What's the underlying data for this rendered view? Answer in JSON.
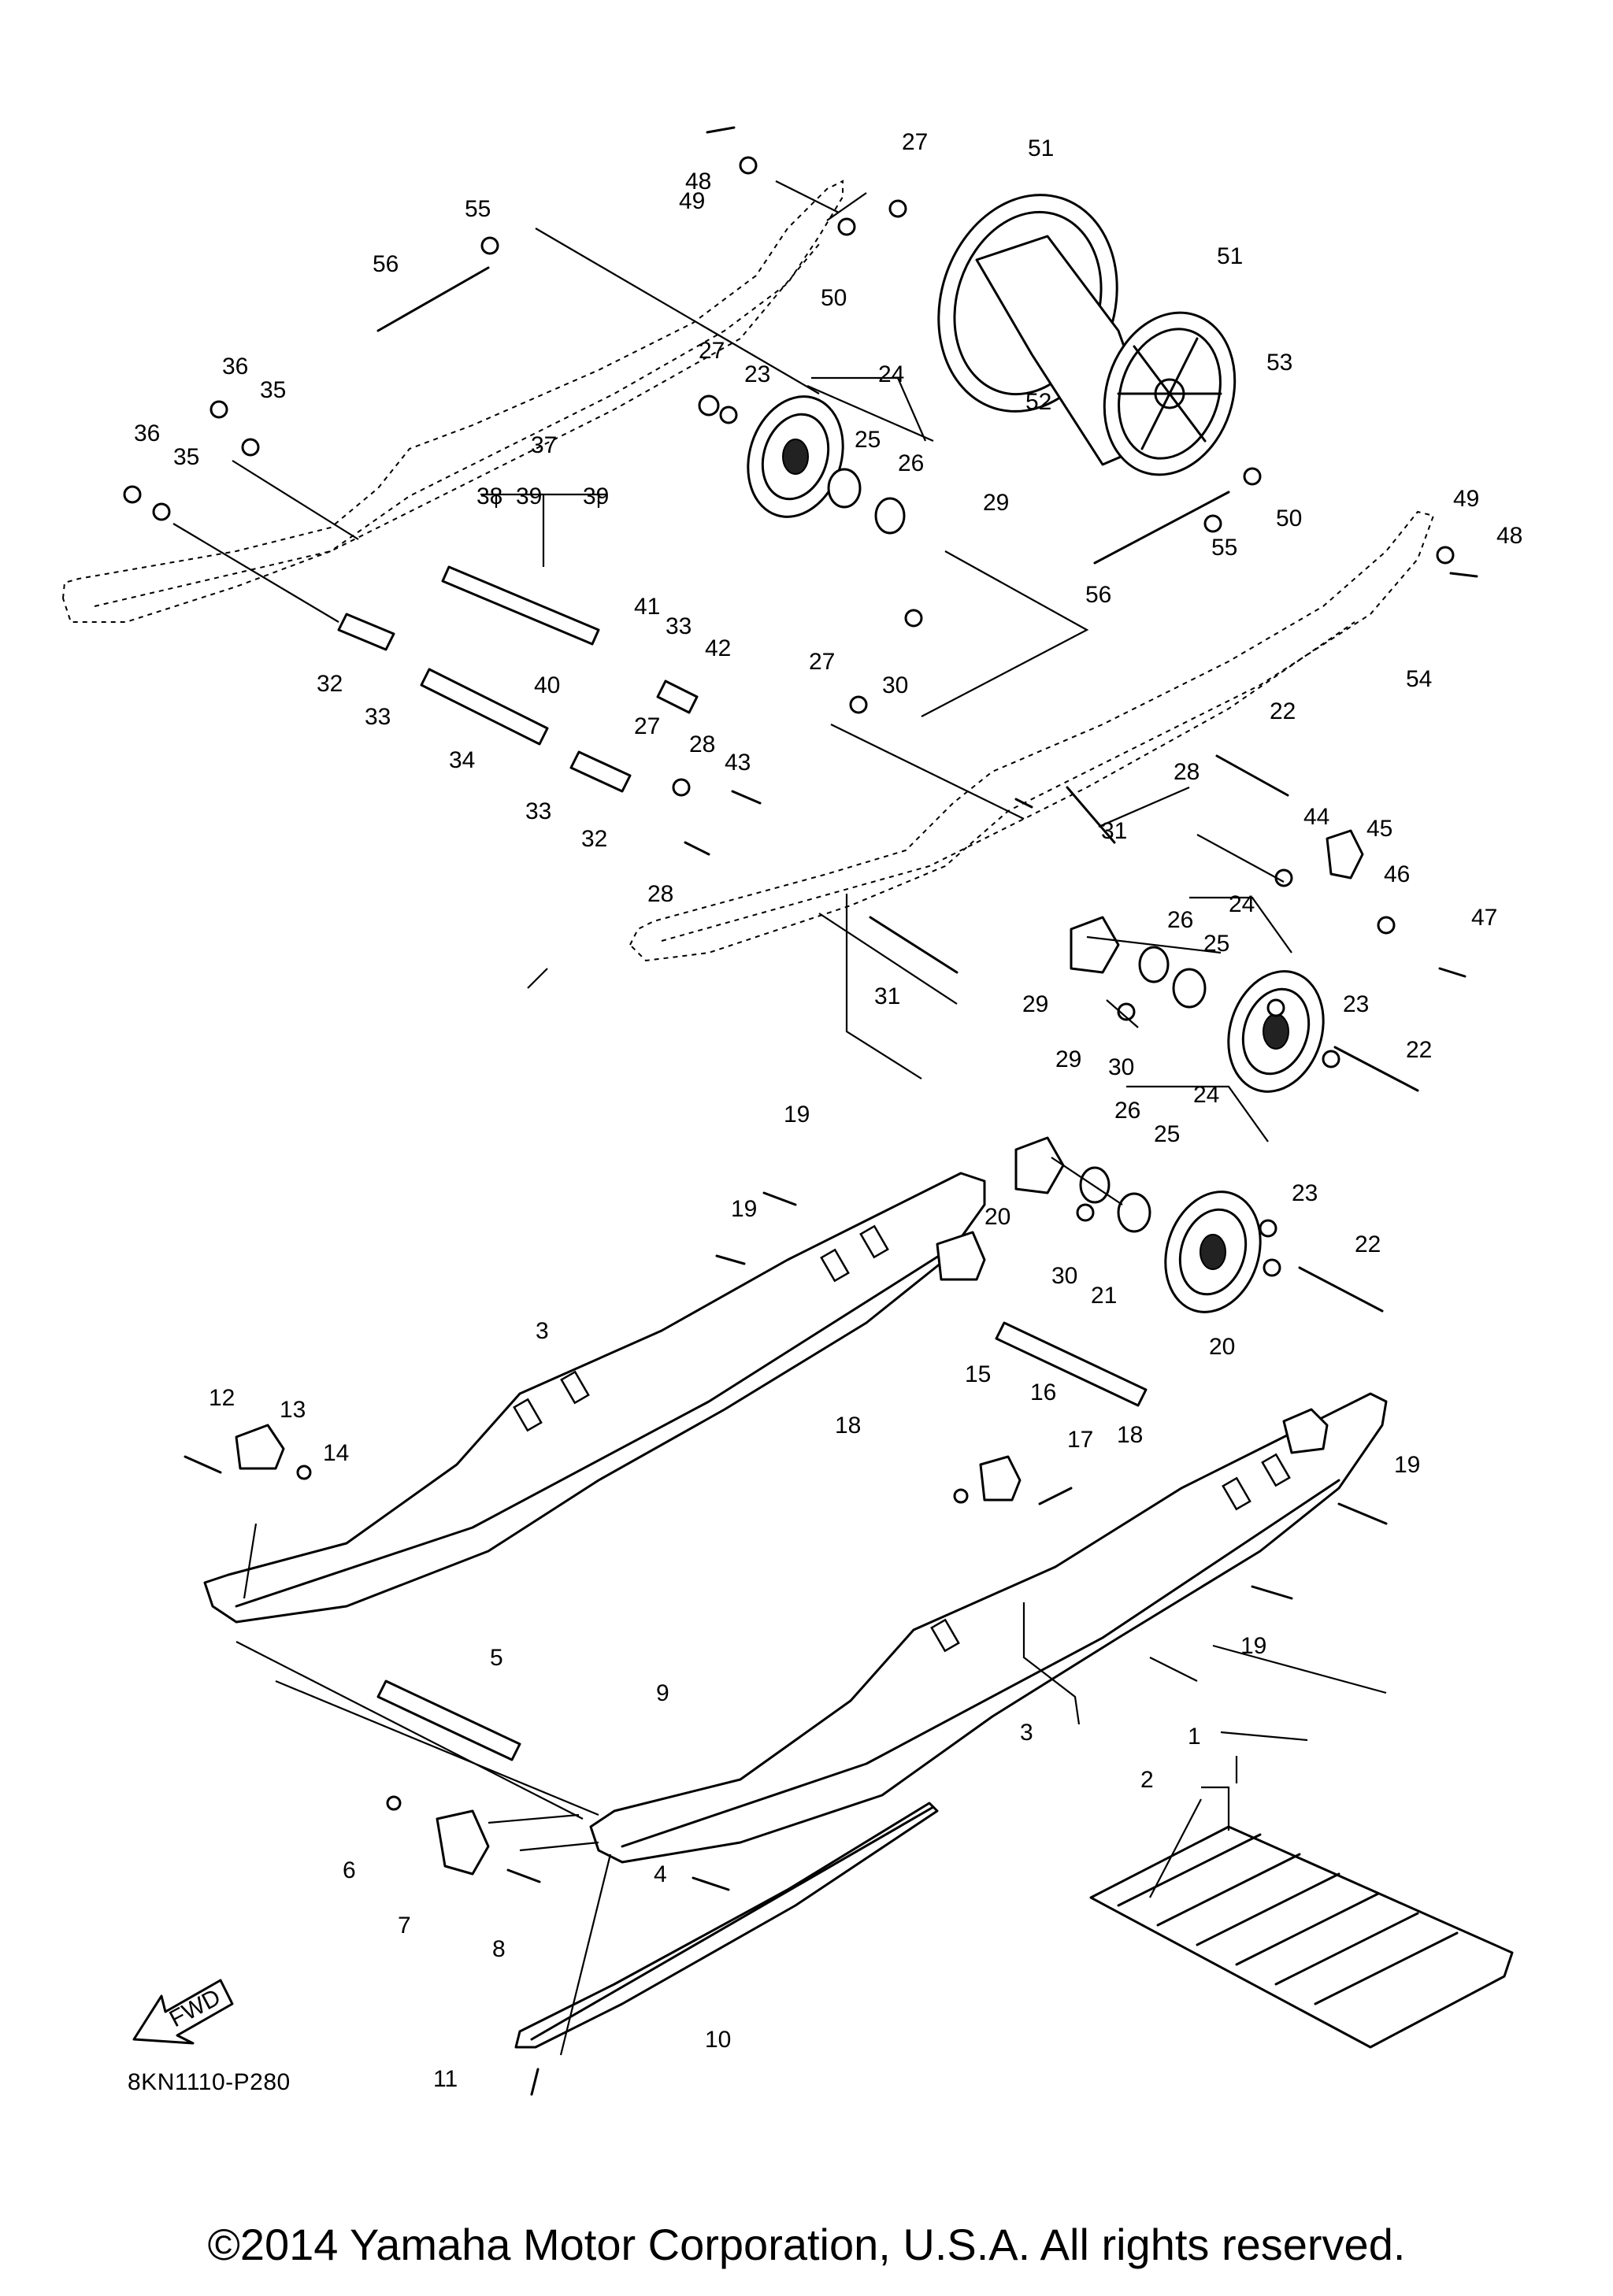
{
  "diagram": {
    "callouts": [
      {
        "id": "c1",
        "text": "1"
      },
      {
        "id": "c2",
        "text": "2"
      },
      {
        "id": "c3a",
        "text": "3"
      },
      {
        "id": "c3b",
        "text": "3"
      },
      {
        "id": "c4",
        "text": "4"
      },
      {
        "id": "c5",
        "text": "5"
      },
      {
        "id": "c6",
        "text": "6"
      },
      {
        "id": "c7",
        "text": "7"
      },
      {
        "id": "c8",
        "text": "8"
      },
      {
        "id": "c9",
        "text": "9"
      },
      {
        "id": "c10",
        "text": "10"
      },
      {
        "id": "c11",
        "text": "11"
      },
      {
        "id": "c12",
        "text": "12"
      },
      {
        "id": "c13",
        "text": "13"
      },
      {
        "id": "c14",
        "text": "14"
      },
      {
        "id": "c15",
        "text": "15"
      },
      {
        "id": "c16",
        "text": "16"
      },
      {
        "id": "c17",
        "text": "17"
      },
      {
        "id": "c18a",
        "text": "18"
      },
      {
        "id": "c18b",
        "text": "18"
      },
      {
        "id": "c19a",
        "text": "19"
      },
      {
        "id": "c19b",
        "text": "19"
      },
      {
        "id": "c19c",
        "text": "19"
      },
      {
        "id": "c19d",
        "text": "19"
      },
      {
        "id": "c20a",
        "text": "20"
      },
      {
        "id": "c20b",
        "text": "20"
      },
      {
        "id": "c21",
        "text": "21"
      },
      {
        "id": "c22a",
        "text": "22"
      },
      {
        "id": "c22b",
        "text": "22"
      },
      {
        "id": "c22c",
        "text": "22"
      },
      {
        "id": "c23a",
        "text": "23"
      },
      {
        "id": "c23b",
        "text": "23"
      },
      {
        "id": "c23c",
        "text": "23"
      },
      {
        "id": "c24a",
        "text": "24"
      },
      {
        "id": "c24b",
        "text": "24"
      },
      {
        "id": "c24c",
        "text": "24"
      },
      {
        "id": "c25a",
        "text": "25"
      },
      {
        "id": "c25b",
        "text": "25"
      },
      {
        "id": "c25c",
        "text": "25"
      },
      {
        "id": "c26a",
        "text": "26"
      },
      {
        "id": "c26b",
        "text": "26"
      },
      {
        "id": "c26c",
        "text": "26"
      },
      {
        "id": "c27a",
        "text": "27"
      },
      {
        "id": "c27b",
        "text": "27"
      },
      {
        "id": "c27c",
        "text": "27"
      },
      {
        "id": "c27d",
        "text": "27"
      },
      {
        "id": "c28a",
        "text": "28"
      },
      {
        "id": "c28b",
        "text": "28"
      },
      {
        "id": "c28c",
        "text": "28"
      },
      {
        "id": "c29a",
        "text": "29"
      },
      {
        "id": "c29b",
        "text": "29"
      },
      {
        "id": "c29c",
        "text": "29"
      },
      {
        "id": "c30a",
        "text": "30"
      },
      {
        "id": "c30b",
        "text": "30"
      },
      {
        "id": "c30c",
        "text": "30"
      },
      {
        "id": "c31a",
        "text": "31"
      },
      {
        "id": "c31b",
        "text": "31"
      },
      {
        "id": "c32a",
        "text": "32"
      },
      {
        "id": "c32b",
        "text": "32"
      },
      {
        "id": "c33a",
        "text": "33"
      },
      {
        "id": "c33b",
        "text": "33"
      },
      {
        "id": "c33c",
        "text": "33"
      },
      {
        "id": "c34",
        "text": "34"
      },
      {
        "id": "c35a",
        "text": "35"
      },
      {
        "id": "c35b",
        "text": "35"
      },
      {
        "id": "c36a",
        "text": "36"
      },
      {
        "id": "c36b",
        "text": "36"
      },
      {
        "id": "c37",
        "text": "37"
      },
      {
        "id": "c38",
        "text": "38"
      },
      {
        "id": "c39a",
        "text": "39"
      },
      {
        "id": "c39b",
        "text": "39"
      },
      {
        "id": "c40",
        "text": "40"
      },
      {
        "id": "c41",
        "text": "41"
      },
      {
        "id": "c42",
        "text": "42"
      },
      {
        "id": "c43",
        "text": "43"
      },
      {
        "id": "c44",
        "text": "44"
      },
      {
        "id": "c45",
        "text": "45"
      },
      {
        "id": "c46",
        "text": "46"
      },
      {
        "id": "c47",
        "text": "47"
      },
      {
        "id": "c48a",
        "text": "48"
      },
      {
        "id": "c48b",
        "text": "48"
      },
      {
        "id": "c49a",
        "text": "49"
      },
      {
        "id": "c49b",
        "text": "49"
      },
      {
        "id": "c50a",
        "text": "50"
      },
      {
        "id": "c50b",
        "text": "50"
      },
      {
        "id": "c51a",
        "text": "51"
      },
      {
        "id": "c51b",
        "text": "51"
      },
      {
        "id": "c52",
        "text": "52"
      },
      {
        "id": "c53",
        "text": "53"
      },
      {
        "id": "c54",
        "text": "54"
      },
      {
        "id": "c55a",
        "text": "55"
      },
      {
        "id": "c55b",
        "text": "55"
      },
      {
        "id": "c56a",
        "text": "56"
      },
      {
        "id": "c56b",
        "text": "56"
      }
    ],
    "fwd_arrow_label": "FWD",
    "diagram_code": "8KN1110-P280"
  },
  "footer": {
    "copyright": "©2014 Yamaha Motor Corporation, U.S.A. All rights reserved."
  }
}
